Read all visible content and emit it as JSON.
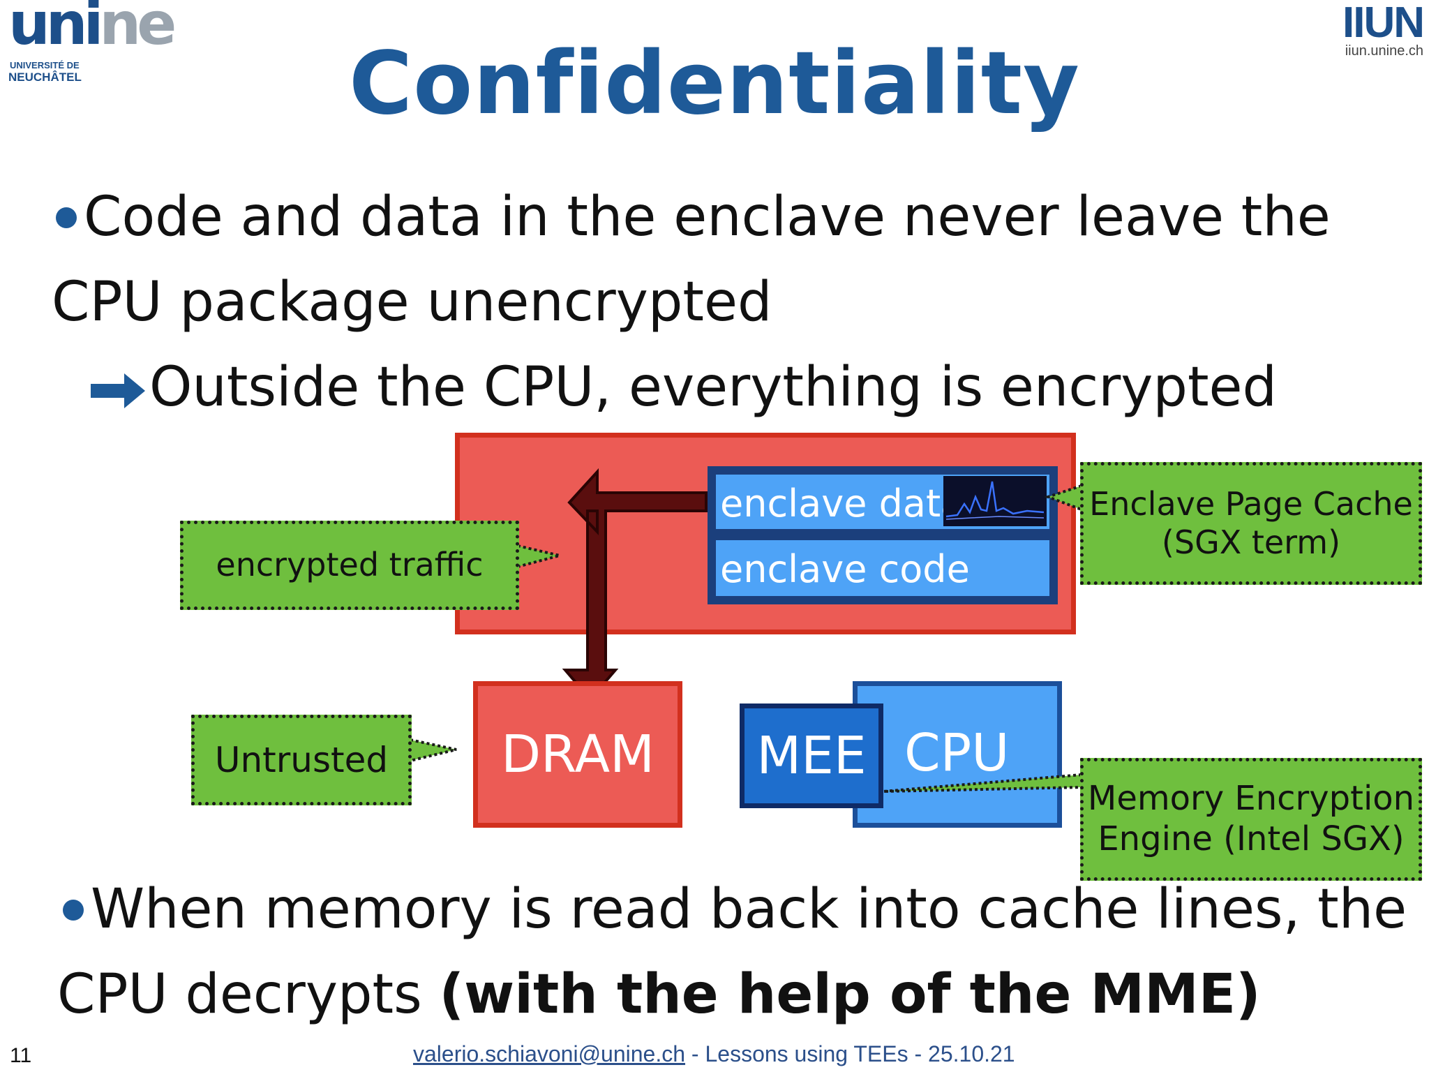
{
  "header": {
    "logo_left_main_a": "uni",
    "logo_left_main_b": "ne",
    "logo_left_sub1": "UNIVERSITÉ DE",
    "logo_left_sub2": "NEUCHÂTEL",
    "logo_right_main": "IIUN",
    "logo_right_url": "iiun.unine.ch"
  },
  "slide": {
    "title": "Confidentiality",
    "bullet1_line1": "Code and data in the enclave never leave the",
    "bullet1_line2": "CPU package unencrypted",
    "sub_bullet": "Outside the CPU, everything is encrypted",
    "bullet2_line1": "When memory is read back into cache lines, the",
    "bullet2_line2_plain": "CPU decrypts ",
    "bullet2_line2_bold": "(with the help of the MME)"
  },
  "diagram": {
    "enclave_data": "enclave data",
    "enclave_code": "enclave code",
    "dram": "DRAM",
    "mee": "MEE",
    "cpu": "CPU",
    "callout_traffic": "encrypted traffic",
    "callout_epc_line1": "Enclave Page Cache",
    "callout_epc_line2": "(SGX term)",
    "callout_untrusted": "Untrusted",
    "callout_mee_line1": "Memory Encryption",
    "callout_mee_line2": "Engine (Intel SGX)"
  },
  "footer": {
    "page_number": "11",
    "email": "valerio.schiavoni@unine.ch",
    "info": " - Lessons using TEEs - 25.10.21"
  },
  "colors": {
    "title_blue": "#1e5a98",
    "red_fill": "#ec5b55",
    "red_border": "#d2301e",
    "blue_fill": "#4ea3f7",
    "navy": "#1b3f7c",
    "green": "#6fbf3e",
    "arrow_dark": "#5a0e0e"
  }
}
